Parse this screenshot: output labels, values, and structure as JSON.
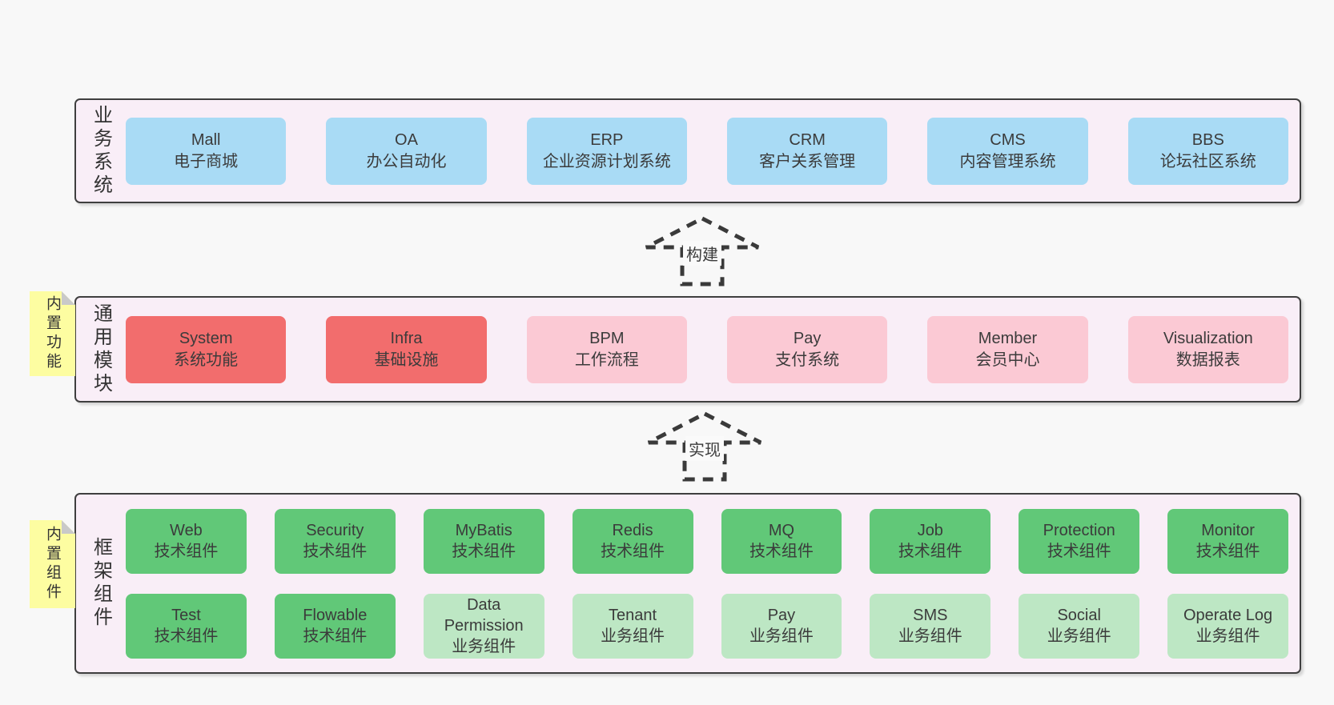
{
  "colors": {
    "page_bg": "#f8f8f8",
    "section_bg": "#f9eef7",
    "section_border": "#3f3f3f",
    "box_blue": "#a9dbf5",
    "box_red": "#f26d6d",
    "box_pink": "#fbc9d4",
    "box_green": "#61c878",
    "box_light_green": "#bde7c4",
    "note_yellow": "#fdfda1",
    "note_fold_gray": "#c9c9c9",
    "text": "#3b3b3b"
  },
  "sections": {
    "business": {
      "label": "业务系统",
      "boxes": [
        {
          "en": "Mall",
          "zh": "电子商城",
          "variant": "blue"
        },
        {
          "en": "OA",
          "zh": "办公自动化",
          "variant": "blue"
        },
        {
          "en": "ERP",
          "zh": "企业资源计划系统",
          "variant": "blue"
        },
        {
          "en": "CRM",
          "zh": "客户关系管理",
          "variant": "blue"
        },
        {
          "en": "CMS",
          "zh": "内容管理系统",
          "variant": "blue"
        },
        {
          "en": "BBS",
          "zh": "论坛社区系统",
          "variant": "blue"
        }
      ]
    },
    "modules": {
      "label": "通用模块",
      "note": "内置功能",
      "boxes": [
        {
          "en": "System",
          "zh": "系统功能",
          "variant": "red"
        },
        {
          "en": "Infra",
          "zh": "基础设施",
          "variant": "red"
        },
        {
          "en": "BPM",
          "zh": "工作流程",
          "variant": "pink"
        },
        {
          "en": "Pay",
          "zh": "支付系统",
          "variant": "pink"
        },
        {
          "en": "Member",
          "zh": "会员中心",
          "variant": "pink"
        },
        {
          "en": "Visualization",
          "zh": "数据报表",
          "variant": "pink"
        }
      ]
    },
    "components": {
      "label": "框架组件",
      "note": "内置组件",
      "rows": [
        [
          {
            "en": "Web",
            "zh": "技术组件",
            "variant": "green"
          },
          {
            "en": "Security",
            "zh": "技术组件",
            "variant": "green"
          },
          {
            "en": "MyBatis",
            "zh": "技术组件",
            "variant": "green"
          },
          {
            "en": "Redis",
            "zh": "技术组件",
            "variant": "green"
          },
          {
            "en": "MQ",
            "zh": "技术组件",
            "variant": "green"
          },
          {
            "en": "Job",
            "zh": "技术组件",
            "variant": "green"
          },
          {
            "en": "Protection",
            "zh": "技术组件",
            "variant": "green"
          },
          {
            "en": "Monitor",
            "zh": "技术组件",
            "variant": "green"
          }
        ],
        [
          {
            "en": "Test",
            "zh": "技术组件",
            "variant": "green"
          },
          {
            "en": "Flowable",
            "zh": "技术组件",
            "variant": "green"
          },
          {
            "en": "Data Permission",
            "zh": "业务组件",
            "variant": "lightgreen"
          },
          {
            "en": "Tenant",
            "zh": "业务组件",
            "variant": "lightgreen"
          },
          {
            "en": "Pay",
            "zh": "业务组件",
            "variant": "lightgreen"
          },
          {
            "en": "SMS",
            "zh": "业务组件",
            "variant": "lightgreen"
          },
          {
            "en": "Social",
            "zh": "业务组件",
            "variant": "lightgreen"
          },
          {
            "en": "Operate Log",
            "zh": "业务组件",
            "variant": "lightgreen"
          }
        ]
      ]
    }
  },
  "arrows": {
    "build": {
      "label": "构建"
    },
    "implement": {
      "label": "实现"
    }
  }
}
